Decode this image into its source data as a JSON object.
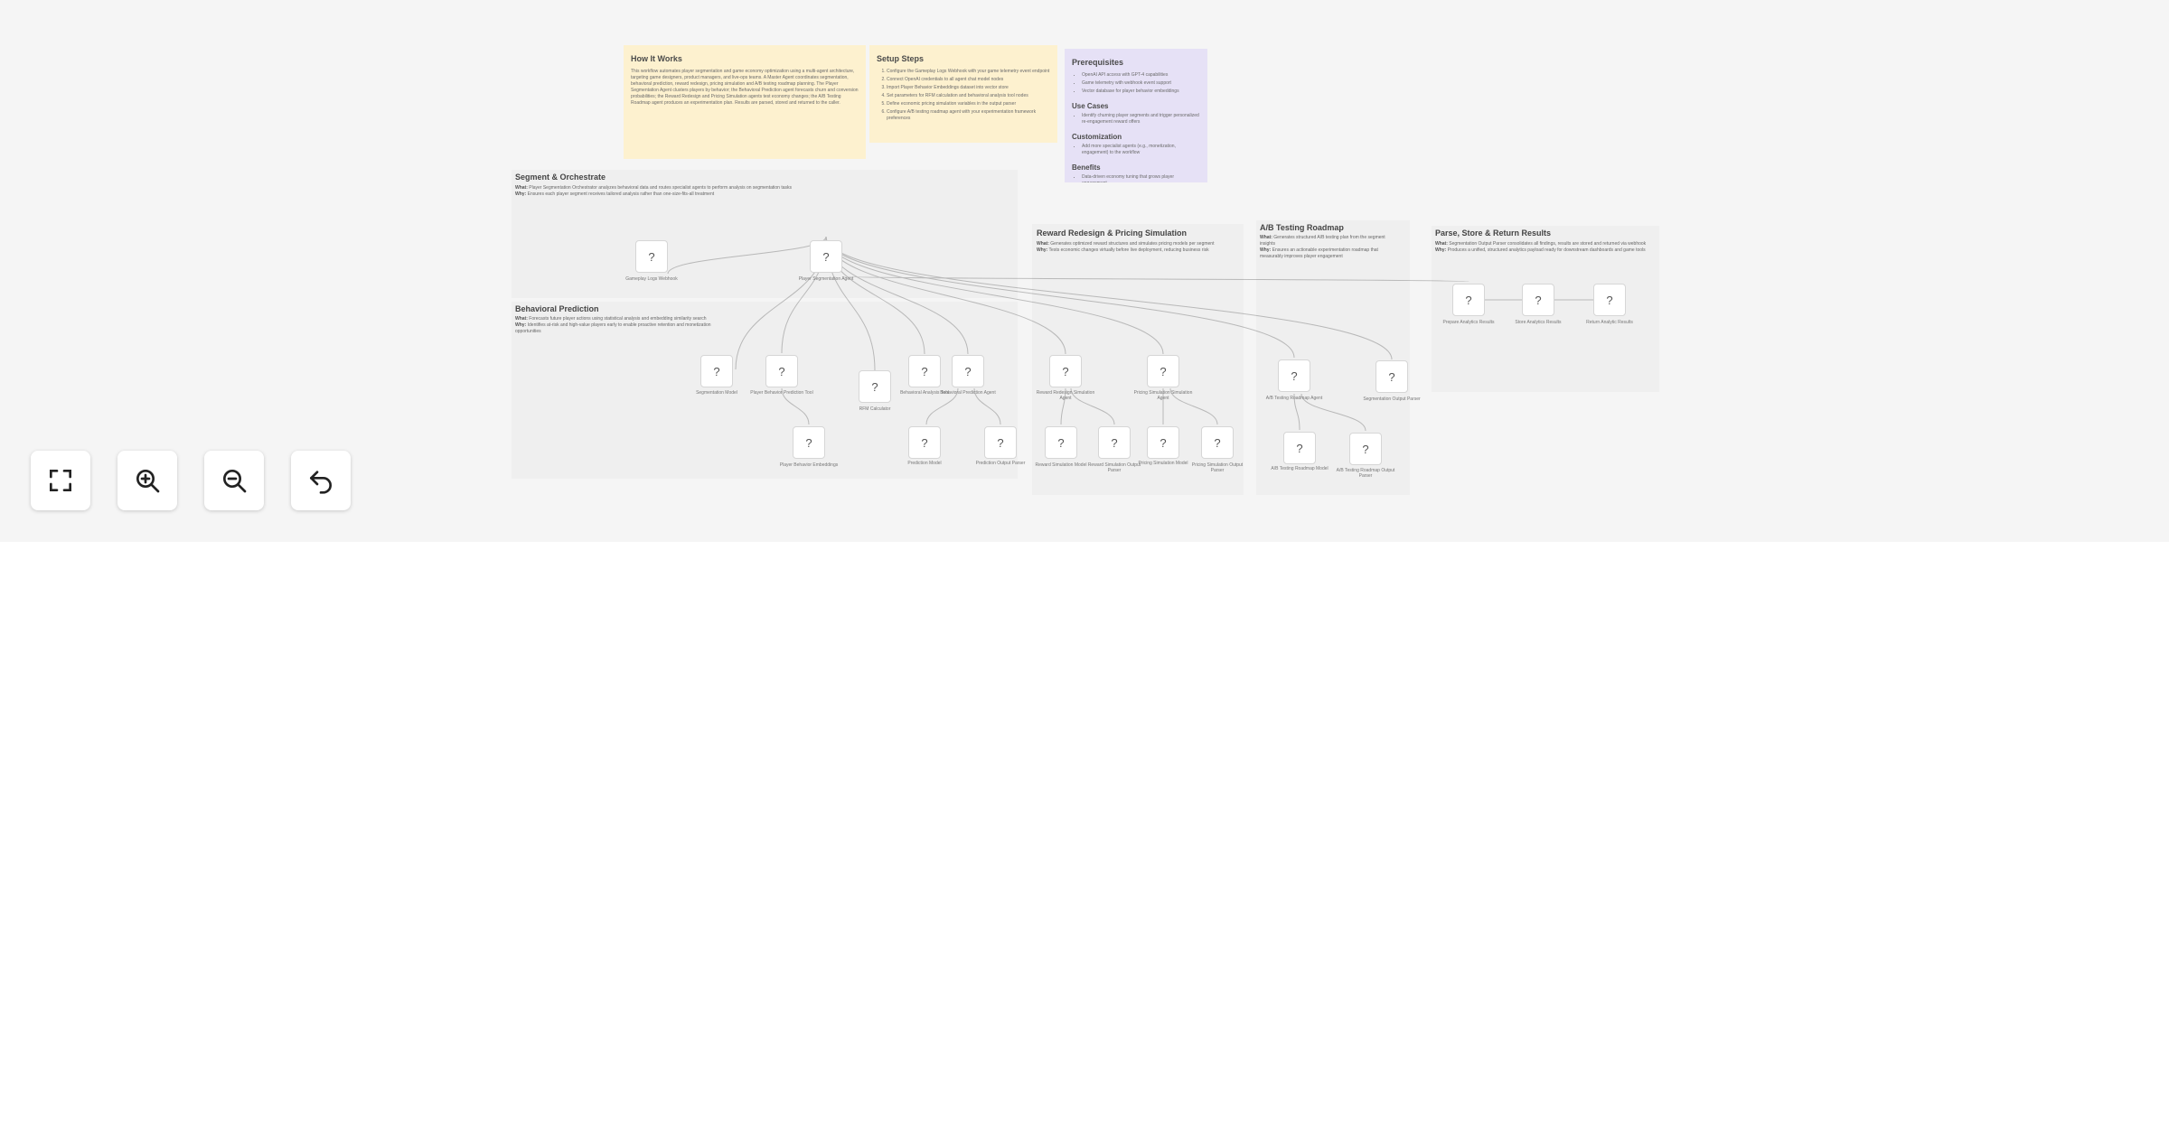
{
  "stickies": {
    "how_it_works": {
      "title": "How It Works",
      "body": "This workflow automates player segmentation and game economy optimization using a multi-agent architecture, targeting game designers, product managers, and live-ops teams. A Master Agent coordinates segmentation, behavioral prediction, reward redesign, pricing simulation and A/B testing roadmap planning. The Player Segmentation Agent clusters players by behavior; the Behavioral Prediction agent forecasts churn and conversion probabilities; the Reward Redesign and Pricing Simulation agents test economy changes; the A/B Testing Roadmap agent produces an experimentation plan. Results are parsed, stored and returned to the caller."
    },
    "setup_steps": {
      "title": "Setup Steps",
      "items": [
        "Configure the Gameplay Logs Webhook with your game telemetry event endpoint",
        "Connect OpenAI credentials to all agent chat model nodes",
        "Import Player Behavior Embeddings dataset into vector store",
        "Set parameters for RFM calculation and behavioral analysis tool nodes",
        "Define economic pricing simulation variables in the output parser",
        "Configure A/B testing roadmap agent with your experimentation framework preferences"
      ]
    },
    "prerequisites": {
      "title": "Prerequisites",
      "items": [
        "OpenAI API access with GPT-4 capabilities",
        "Game telemetry with webhook event support",
        "Vector database for player behavior embeddings"
      ],
      "use_cases_title": "Use Cases",
      "use_cases": [
        "Identify churning player segments and trigger personalized re-engagement reward offers"
      ],
      "customization_title": "Customization",
      "customization": [
        "Add more specialist agents (e.g., monetization, engagement) to the workflow"
      ],
      "benefits_title": "Benefits",
      "benefits": [
        "Data-driven economy tuning that grows player engagement"
      ]
    }
  },
  "sections": [
    {
      "title": "Segment & Orchestrate",
      "what": "What:",
      "what_text": "Player Segmentation Orchestrator analyzes behavioral data and routes specialist agents to perform analysis on segmentation tasks",
      "why": "Why:",
      "why_text": "Ensures each player segment receives tailored analysis rather than one-size-fits-all treatment"
    },
    {
      "title": "Behavioral Prediction",
      "what": "What:",
      "what_text": "Forecasts future player actions using statistical analysis and embedding similarity search",
      "why": "Why:",
      "why_text": "Identifies at-risk and high-value players early to enable proactive retention and monetization opportunities"
    },
    {
      "title": "Reward Redesign & Pricing Simulation",
      "what": "What:",
      "what_text": "Generates optimized reward structures and simulates pricing models per segment",
      "why": "Why:",
      "why_text": "Tests economic changes virtually before live deployment, reducing business risk"
    },
    {
      "title": "A/B Testing Roadmap",
      "what": "What:",
      "what_text": "Generates structured A/B testing plan from the segment insights",
      "why": "Why:",
      "why_text": "Ensures an actionable experimentation roadmap that measurably improves player engagement"
    },
    {
      "title": "Parse, Store & Return Results",
      "what": "What:",
      "what_text": "Segmentation Output Parser consolidates all findings, results are stored and returned via webhook",
      "why": "Why:",
      "why_text": "Produces a unified, structured analytics payload ready for downstream dashboards and game tools"
    }
  ],
  "nodes": [
    {
      "id": "n1",
      "glyph": "?",
      "label": "Gameplay Logs Webhook"
    },
    {
      "id": "n2",
      "glyph": "?",
      "label": "Player Segmentation Agent"
    },
    {
      "id": "n3",
      "glyph": "?",
      "label": "Segmentation Model"
    },
    {
      "id": "n4",
      "glyph": "?",
      "label": "Player Behavior Prediction Tool"
    },
    {
      "id": "n5",
      "glyph": "?",
      "label": "Player Behavior Embeddings"
    },
    {
      "id": "n6",
      "glyph": "?",
      "label": "RFM Calculator"
    },
    {
      "id": "n7",
      "glyph": "?",
      "label": "Behavioral Analysis Tool"
    },
    {
      "id": "n8",
      "glyph": "?",
      "label": "Behavioral Prediction Agent"
    },
    {
      "id": "n9",
      "glyph": "?",
      "label": "Prediction Model"
    },
    {
      "id": "n10",
      "glyph": "?",
      "label": "Prediction Output Parser"
    },
    {
      "id": "n11",
      "glyph": "?",
      "label": "Reward Redesign Simulation Agent"
    },
    {
      "id": "n12",
      "glyph": "?",
      "label": "Reward Simulation Model"
    },
    {
      "id": "n13",
      "glyph": "?",
      "label": "Reward Simulation Output Parser"
    },
    {
      "id": "n14",
      "glyph": "?",
      "label": "Pricing Simulation Simulation Agent"
    },
    {
      "id": "n15",
      "glyph": "?",
      "label": "Pricing Simulation Model"
    },
    {
      "id": "n16",
      "glyph": "?",
      "label": "Pricing Simulation Output Parser"
    },
    {
      "id": "n17",
      "glyph": "?",
      "label": "A/B Testing Roadmap Agent"
    },
    {
      "id": "n18",
      "glyph": "?",
      "label": "A/B Testing Roadmap Model"
    },
    {
      "id": "n19",
      "glyph": "?",
      "label": "A/B Testing Roadmap Output Parser"
    },
    {
      "id": "n20",
      "glyph": "?",
      "label": "Segmentation Output Parser"
    },
    {
      "id": "n21",
      "glyph": "?",
      "label": "Prepare Analytics Results"
    },
    {
      "id": "n22",
      "glyph": "?",
      "label": "Store Analytics Results"
    },
    {
      "id": "n23",
      "glyph": "?",
      "label": "Return Analytic Results"
    }
  ],
  "controls": [
    {
      "name": "fit-view-button",
      "icon": "fullscreen-icon"
    },
    {
      "name": "zoom-in-button",
      "icon": "zoom-in-icon"
    },
    {
      "name": "zoom-out-button",
      "icon": "zoom-out-icon"
    },
    {
      "name": "reset-zoom-button",
      "icon": "undo-icon"
    }
  ],
  "colors": {
    "canvas": "#f5f5f5",
    "sticky_yellow": "#fdf1cf",
    "sticky_purple": "#e6e1f6",
    "edge": "#bdbdbd"
  }
}
